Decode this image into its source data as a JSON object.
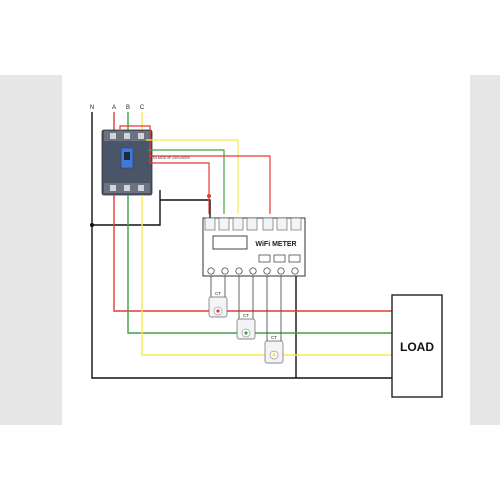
{
  "lines": {
    "neutral": "N",
    "phase_a": "A",
    "phase_b": "B",
    "phase_c": "C"
  },
  "breaker": {
    "text": "ATN  MCB 3P 230V/400V"
  },
  "meter": {
    "title": "WiFi METER"
  },
  "ct": {
    "label": "CT"
  },
  "load": {
    "label": "LOAD"
  },
  "colors": {
    "neutral": "#111111",
    "phase_a": "#e53935",
    "phase_b": "#43a047",
    "phase_c": "#fbe84f",
    "breaker_body": "#4a5568",
    "breaker_handle": "#3f7bd4"
  }
}
